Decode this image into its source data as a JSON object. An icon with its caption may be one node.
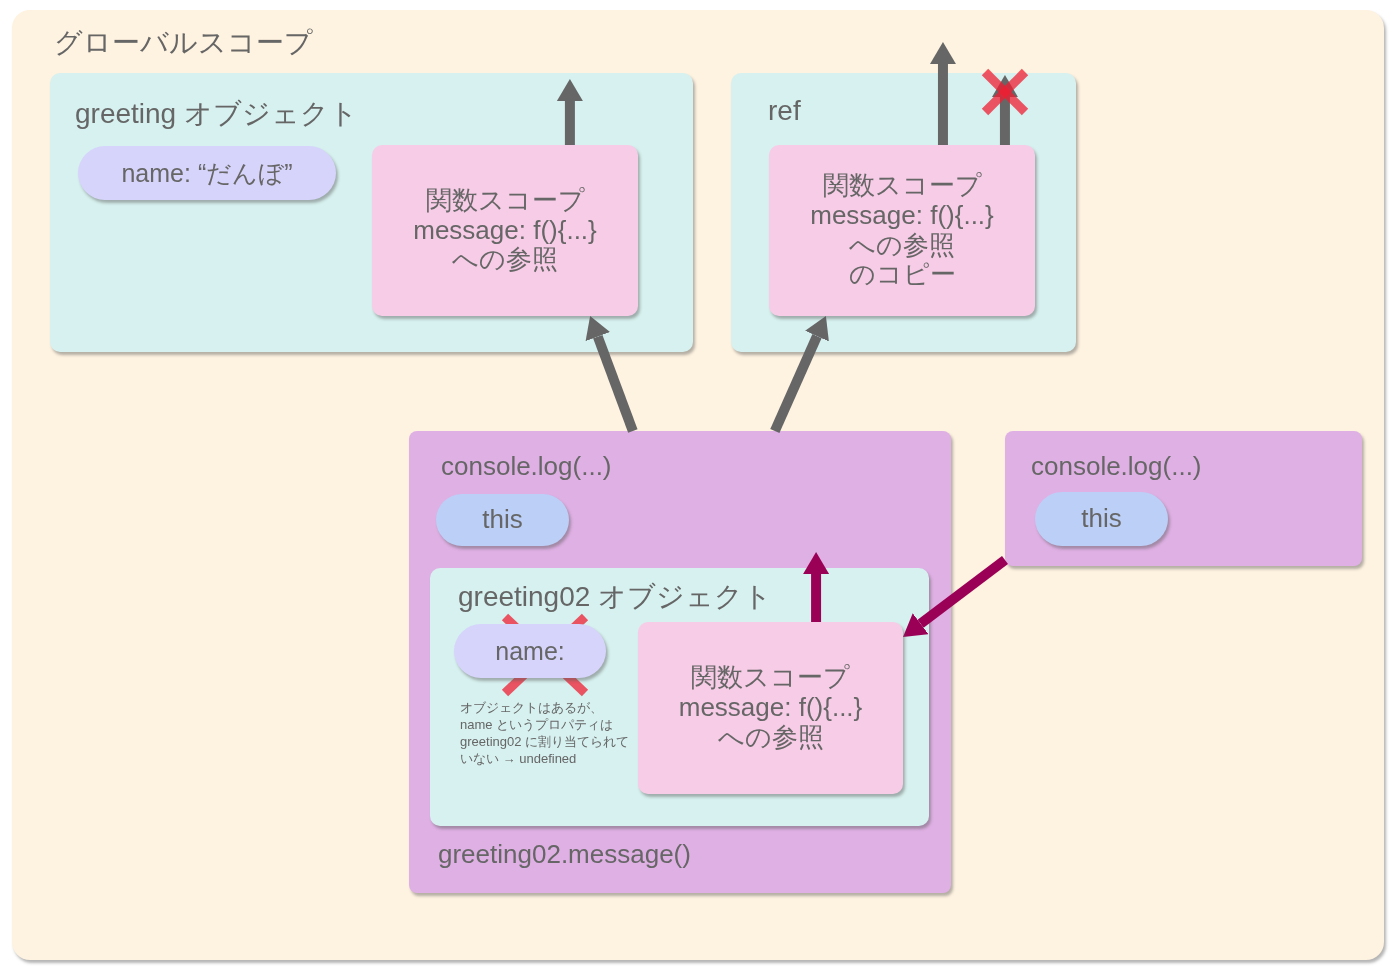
{
  "diagram": {
    "nodes": [
      {
        "text": [
          "グローバルスコープ"
        ]
      },
      {
        "text": [
          "greeting オブジェクト"
        ],
        "in": 0
      },
      {
        "text": [
          "name: “だんぼ”"
        ],
        "in": 1
      },
      {
        "text": [
          "関数スコープ message: f(){...} への参照"
        ],
        "in": 1
      },
      {
        "text": [
          "ref"
        ],
        "in": 0
      },
      {
        "text": [
          "関数スコープ message: f(){...} への参照",
          "のコピー"
        ],
        "in": 4
      },
      {
        "text": [
          "console.log(...)",
          "greeting02.message()"
        ],
        "in": 0
      },
      {
        "text": [
          "this"
        ],
        "in": 6
      },
      {
        "text": [
          "greeting02 オブジェクト"
        ],
        "in": 6
      },
      {
        "text": [
          "name:"
        ],
        "in": 8
      },
      {
        "text": [
          "関数スコープ message: f(){...} への参照"
        ],
        "in": 8
      },
      {
        "text": [
          "console.log(...)"
        ],
        "in": 0
      },
      {
        "text": [
          "this"
        ],
        "in": 11
      }
    ],
    "edges": [
      {
        "from": 6,
        "to": 3,
        "arrow": "to"
      },
      {
        "from": 6,
        "to": 5,
        "arrow": "to"
      },
      {
        "from": 3,
        "to": null,
        "arrow": "to"
      },
      {
        "from": 5,
        "to": null,
        "arrow": "to"
      },
      {
        "from": 5,
        "to": null,
        "arrow": "to"
      },
      {
        "from": 10,
        "to": null,
        "arrow": "to",
        "color": "#9b0057"
      },
      {
        "from": 11,
        "to": 10,
        "arrow": "to",
        "color": "#9b0057"
      }
    ],
    "labels": [
      "オブジェクトはあるが、name というプロパティは greeting02 に割り当てられていない → undefined"
    ]
  }
}
